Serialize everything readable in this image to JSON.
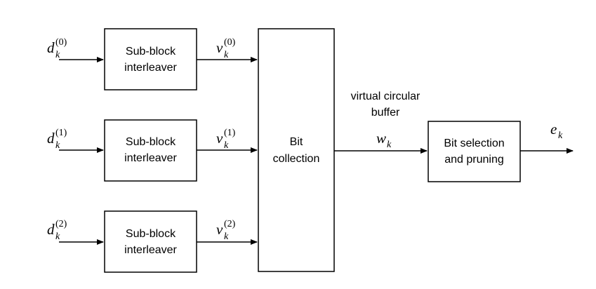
{
  "blocks": {
    "interleaver_1": [
      "Sub-block",
      "interleaver"
    ],
    "interleaver_2": [
      "Sub-block",
      "interleaver"
    ],
    "interleaver_3": [
      "Sub-block",
      "interleaver"
    ],
    "bit_collection": [
      "Bit",
      "collection"
    ],
    "bit_selection": [
      "Bit selection",
      "and pruning"
    ]
  },
  "annotation": [
    "virtual circular",
    "buffer"
  ],
  "signals": {
    "d0": {
      "base": "d",
      "sub": "k",
      "sup": "(0)"
    },
    "d1": {
      "base": "d",
      "sub": "k",
      "sup": "(1)"
    },
    "d2": {
      "base": "d",
      "sub": "k",
      "sup": "(2)"
    },
    "v0": {
      "base": "v",
      "sub": "k",
      "sup": "(0)"
    },
    "v1": {
      "base": "v",
      "sub": "k",
      "sup": "(1)"
    },
    "v2": {
      "base": "v",
      "sub": "k",
      "sup": "(2)"
    },
    "w": {
      "base": "w",
      "sub": "k"
    },
    "e": {
      "base": "e",
      "sub": "k"
    }
  }
}
